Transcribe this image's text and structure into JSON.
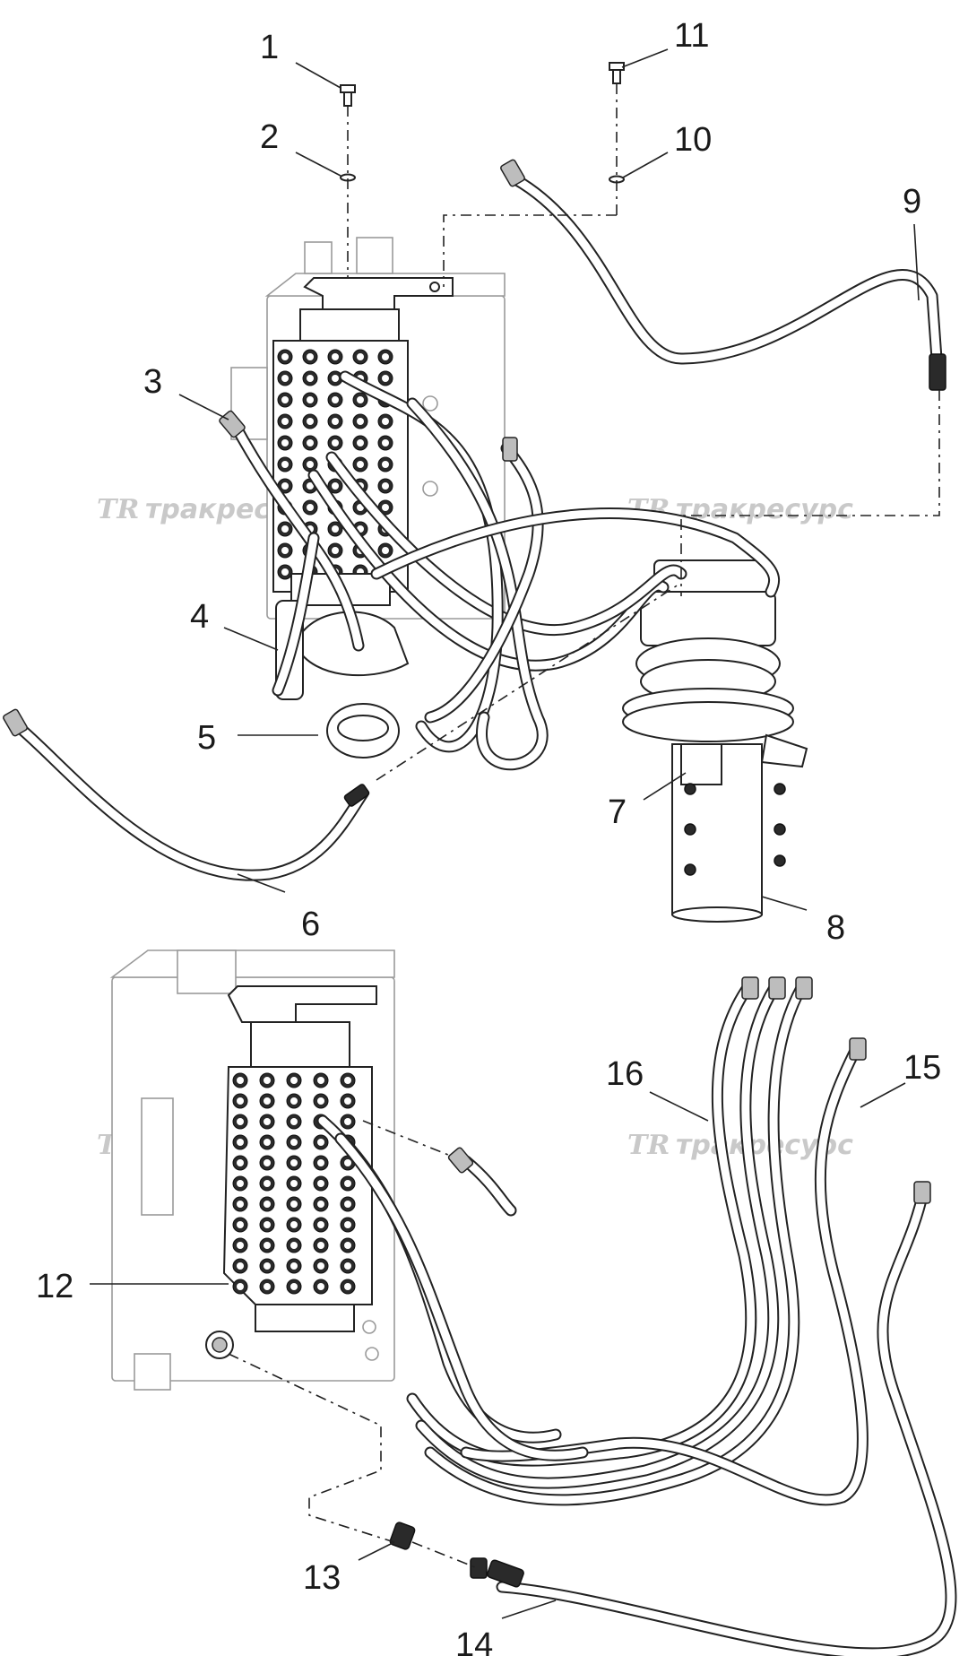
{
  "watermark": {
    "logo_text": "TR",
    "brand_text": "тракресурс"
  },
  "callouts": [
    {
      "id": "1",
      "label": "1"
    },
    {
      "id": "2",
      "label": "2"
    },
    {
      "id": "3",
      "label": "3"
    },
    {
      "id": "4",
      "label": "4"
    },
    {
      "id": "5",
      "label": "5"
    },
    {
      "id": "6",
      "label": "6"
    },
    {
      "id": "7",
      "label": "7"
    },
    {
      "id": "8",
      "label": "8"
    },
    {
      "id": "9",
      "label": "9"
    },
    {
      "id": "10",
      "label": "10"
    },
    {
      "id": "11",
      "label": "11"
    },
    {
      "id": "12",
      "label": "12"
    },
    {
      "id": "13",
      "label": "13"
    },
    {
      "id": "14",
      "label": "14"
    },
    {
      "id": "15",
      "label": "15"
    },
    {
      "id": "16",
      "label": "16"
    }
  ]
}
